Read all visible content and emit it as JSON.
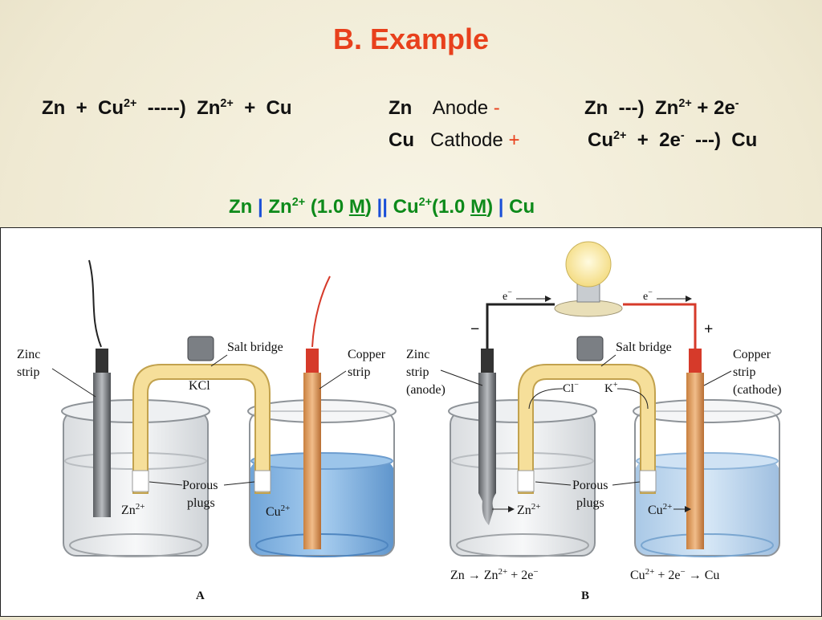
{
  "title": "B. Example",
  "overall": {
    "zn": "Zn",
    "plus1": "+",
    "cu_ion": "Cu",
    "cu_charge": "2+",
    "arrow": "-----)",
    "zn_ion": "Zn",
    "zn_charge": "2+",
    "plus2": "+",
    "cu": "Cu"
  },
  "anode": {
    "symbol": "Zn",
    "label": "Anode",
    "sign": "-",
    "eq": {
      "zn": "Zn",
      "arrow": "---)",
      "zn_ion": "Zn",
      "zn_charge": "2+",
      "rest": "+ 2e",
      "e_charge": "-"
    }
  },
  "cathode": {
    "symbol": "Cu",
    "label": "Cathode",
    "sign": "+",
    "eq": {
      "cu_ion": "Cu",
      "cu_charge": "2+",
      "plus": "+",
      "e": "2e",
      "e_charge": "-",
      "arrow": "---)",
      "cu": "Cu"
    }
  },
  "notation": {
    "zn": "Zn",
    "bar1": "|",
    "zn_ion": "Zn",
    "zn_charge": "2+",
    "conc1": "(1.0 ",
    "m1": "M",
    "close1": ")",
    "dbl": "||",
    "cu_ion": "Cu",
    "cu_charge": "2+",
    "conc2": "(1.0 ",
    "m2": "M",
    "close2": ")",
    "bar2": "|",
    "cu": "Cu"
  },
  "figure": {
    "a": {
      "zinc_strip": "Zinc",
      "zinc_strip2": "strip",
      "salt_bridge": "Salt bridge",
      "kcl": "KCl",
      "copper_strip": "Copper",
      "copper_strip2": "strip",
      "porous": "Porous",
      "plugs": "plugs",
      "zn_ion": "Zn",
      "cu_ion": "Cu",
      "charge": "2+",
      "letter": "A"
    },
    "b": {
      "zinc_strip": "Zinc",
      "zinc_strip2": "strip",
      "zinc_strip3": "(anode)",
      "salt_bridge": "Salt bridge",
      "cl": "Cl",
      "k": "K",
      "copper_strip": "Copper",
      "copper_strip2": "strip",
      "copper_strip3": "(cathode)",
      "porous": "Porous",
      "plugs": "plugs",
      "zn_ion": "Zn",
      "cu_ion": "Cu",
      "charge": "2+",
      "e_left": "e",
      "e_right": "e",
      "minus": "−",
      "plus": "+",
      "half_anode": "Zn → Zn",
      "half_anode_tail": " + 2e",
      "half_cathode": "Cu",
      "half_cathode_tail": " + 2e",
      "half_cathode_end": " → Cu",
      "letter": "B"
    }
  }
}
